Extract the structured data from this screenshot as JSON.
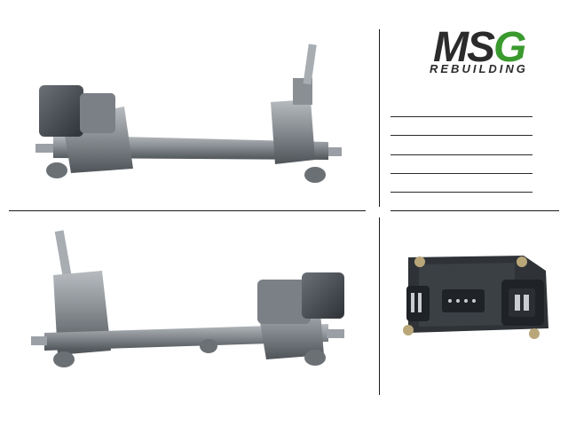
{
  "logo": {
    "brand_ms": "MS",
    "brand_g": "G",
    "subtitle": "REBUILDING",
    "brand_dark": "#2b2b2b",
    "brand_green": "#3a9a2e"
  },
  "form_lines": {
    "count": 5
  },
  "images": {
    "rack_top": "steering-rack-top-view",
    "rack_bottom": "steering-rack-bottom-view",
    "connector": "electronic-control-unit-connector"
  },
  "colors": {
    "metal": "#8c9196",
    "metal_dark": "#5b6065",
    "motor": "#4a4f55"
  }
}
